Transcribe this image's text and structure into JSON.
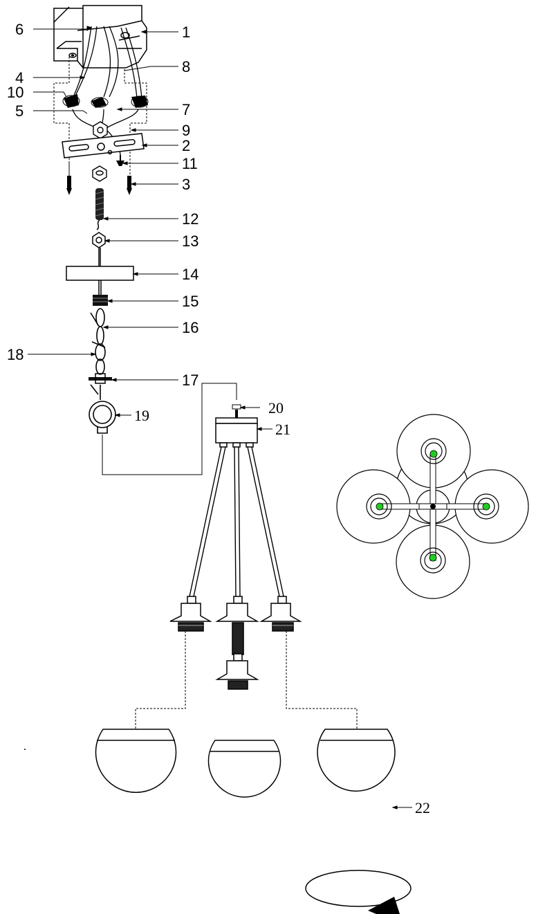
{
  "callouts": [
    {
      "id": "1",
      "text": "1"
    },
    {
      "id": "2",
      "text": "2"
    },
    {
      "id": "3",
      "text": "3"
    },
    {
      "id": "4",
      "text": "4"
    },
    {
      "id": "5",
      "text": "5"
    },
    {
      "id": "6",
      "text": "6"
    },
    {
      "id": "7",
      "text": "7"
    },
    {
      "id": "8",
      "text": "8"
    },
    {
      "id": "9",
      "text": "9"
    },
    {
      "id": "10",
      "text": "10"
    },
    {
      "id": "11",
      "text": "11"
    },
    {
      "id": "12",
      "text": "12"
    },
    {
      "id": "13",
      "text": "13"
    },
    {
      "id": "14",
      "text": "14"
    },
    {
      "id": "15",
      "text": "15"
    },
    {
      "id": "16",
      "text": "16"
    },
    {
      "id": "17",
      "text": "17"
    },
    {
      "id": "18",
      "text": "18"
    },
    {
      "id": "19",
      "text": "19"
    },
    {
      "id": "20",
      "text": "20"
    },
    {
      "id": "21",
      "text": "21"
    },
    {
      "id": "22",
      "text": "22"
    }
  ],
  "colors": {
    "line": "#000000",
    "socket_highlight": "#22cc22",
    "background": "#ffffff"
  }
}
